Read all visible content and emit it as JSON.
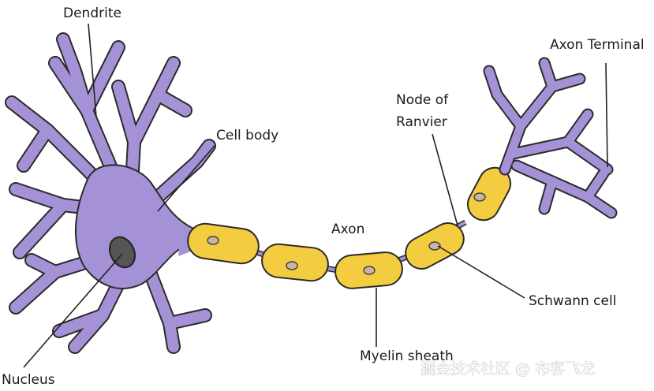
{
  "labels": {
    "dendrite": "Dendrite",
    "cell_body": "Cell body",
    "nucleus": "Nucleus",
    "axon": "Axon",
    "node_of_ranvier_line1": "Node of",
    "node_of_ranvier_line2": "Ranvier",
    "axon_terminal": "Axon Terminal",
    "schwann_cell": "Schwann cell",
    "myelin_sheath": "Myelin sheath"
  },
  "watermark": "掘金技术社区 @ 布客飞龙",
  "colors": {
    "neuron": "#a592d6",
    "myelin": "#f3cd3f",
    "nucleus": "#555555",
    "outline": "#2b2b2b"
  }
}
